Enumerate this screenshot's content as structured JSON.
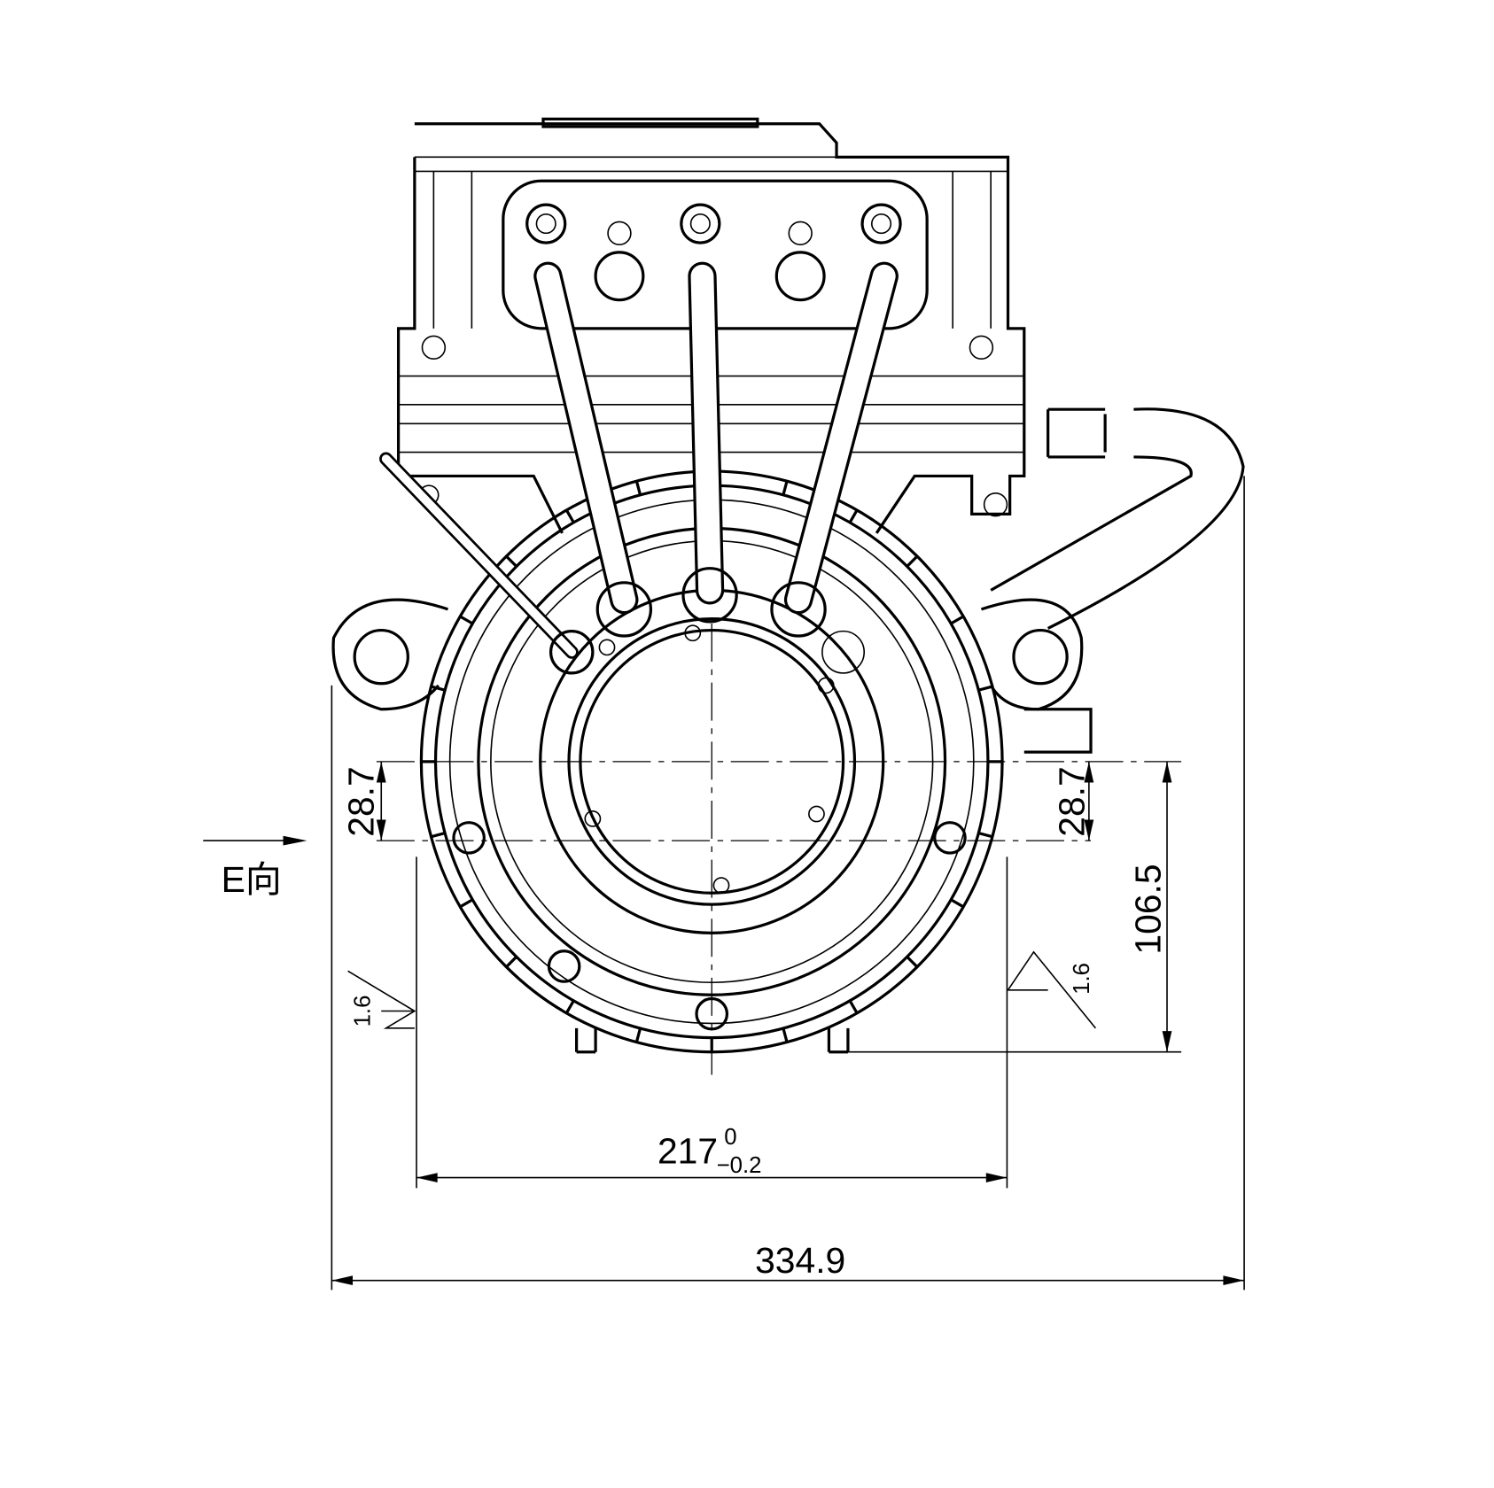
{
  "drawing": {
    "view_label": "E向",
    "dimensions": {
      "overall_width": "334.9",
      "mount_width": "217",
      "mount_width_tol_upper": "0",
      "mount_width_tol_lower": "−0.2",
      "height_right": "106.5",
      "offset_left": "28.7",
      "offset_right": "28.7"
    },
    "roughness_left": "1.6",
    "roughness_right": "1.6"
  }
}
